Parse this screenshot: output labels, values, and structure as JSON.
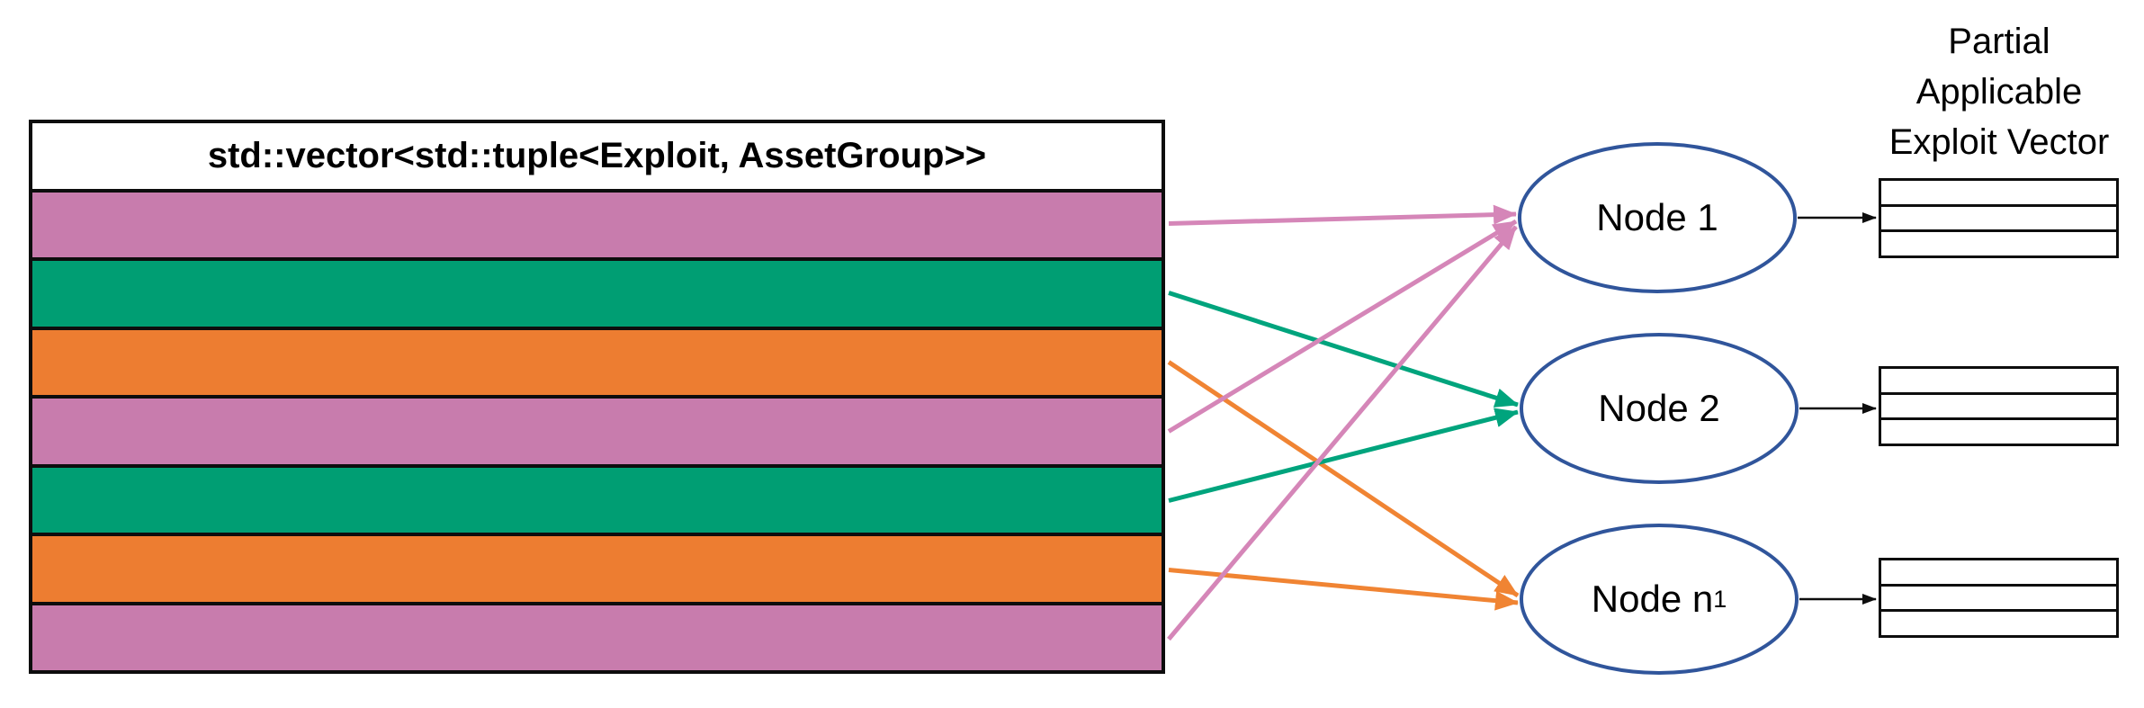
{
  "diagram": {
    "vector_box": {
      "header": "std::vector<std::tuple<Exploit, AssetGroup>>",
      "rows": [
        {
          "group": "pink"
        },
        {
          "group": "green"
        },
        {
          "group": "orange"
        },
        {
          "group": "pink"
        },
        {
          "group": "green"
        },
        {
          "group": "orange"
        },
        {
          "group": "pink"
        }
      ]
    },
    "colors": {
      "pink": "#C87CAD",
      "green": "#009E73",
      "orange": "#ED7D31",
      "arrow_pink": "#D586B8",
      "arrow_green": "#00A47D",
      "arrow_orange": "#F08433",
      "node_stroke": "#30559B",
      "line_black": "#0d0d0d"
    },
    "nodes": [
      {
        "label_main": "Node 1",
        "label_sub": ""
      },
      {
        "label_main": "Node 2",
        "label_sub": ""
      },
      {
        "label_main": "Node n",
        "label_sub": "1"
      }
    ],
    "connections": [
      {
        "row": 0,
        "node": 0,
        "color": "pink"
      },
      {
        "row": 1,
        "node": 1,
        "color": "green"
      },
      {
        "row": 2,
        "node": 2,
        "color": "orange"
      },
      {
        "row": 3,
        "node": 0,
        "color": "pink"
      },
      {
        "row": 4,
        "node": 1,
        "color": "green"
      },
      {
        "row": 5,
        "node": 2,
        "color": "orange"
      },
      {
        "row": 6,
        "node": 0,
        "color": "pink"
      }
    ],
    "output_caption": {
      "lines": [
        "Partial",
        "Applicable",
        "Exploit Vector"
      ]
    }
  }
}
